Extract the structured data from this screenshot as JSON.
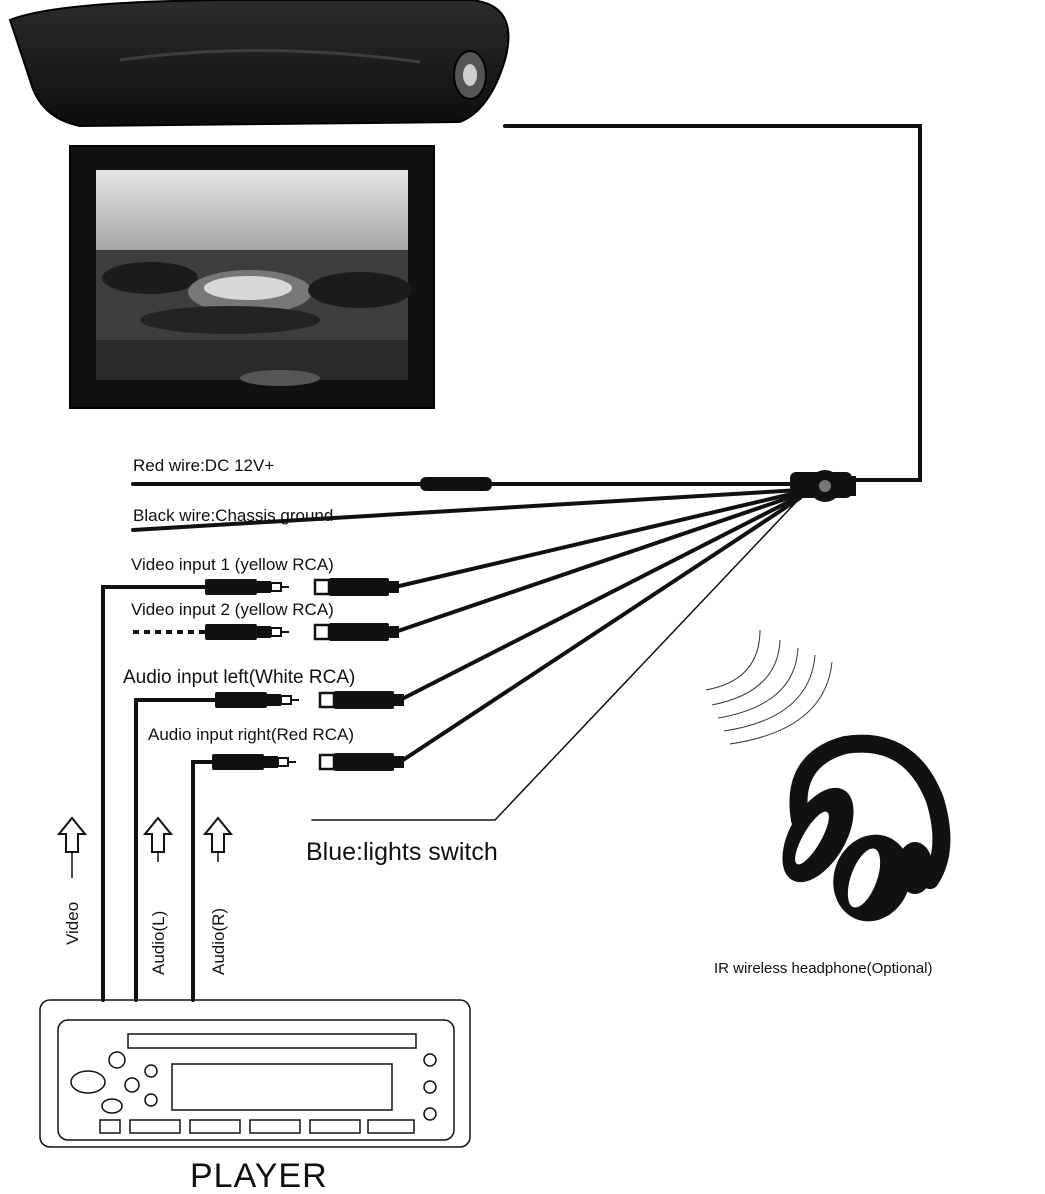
{
  "wires": {
    "red": "Red wire:DC 12V+",
    "black": "Black wire:Chassis ground",
    "video1": "Video input 1 (yellow RCA)",
    "video2": "Video input 2 (yellow RCA)",
    "audio_left": "Audio input left(White RCA)",
    "audio_right": "Audio input right(Red RCA)",
    "blue": "Blue:lights switch"
  },
  "signals": {
    "video": "Video",
    "audio_l": "Audio(L)",
    "audio_r": "Audio(R)"
  },
  "headphone": "IR wireless headphone(Optional)",
  "player": "PLAYER",
  "icons": [
    "monitor-icon",
    "headphone-icon",
    "ir-signal-icon",
    "rca-connector-icon",
    "up-arrow-icon",
    "car-stereo-icon"
  ]
}
